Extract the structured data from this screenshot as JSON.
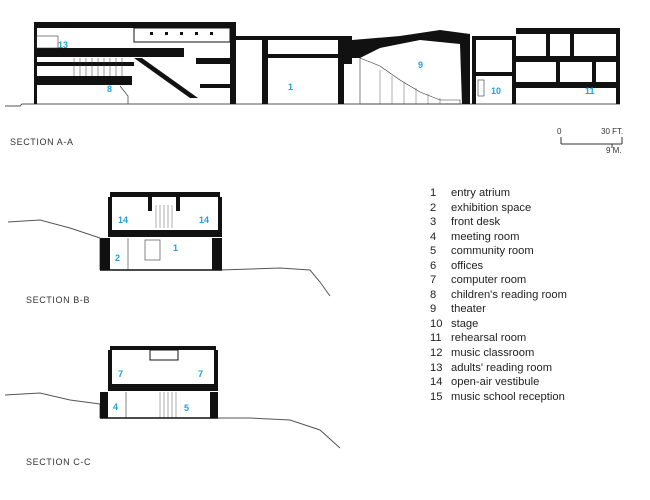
{
  "sections": {
    "a": {
      "caption": "SECTION A-A",
      "room_numbers": [
        "13",
        "8",
        "1",
        "9",
        "10",
        "11"
      ]
    },
    "b": {
      "caption": "SECTION B-B",
      "room_numbers": [
        "14",
        "14",
        "2",
        "1"
      ]
    },
    "c": {
      "caption": "SECTION C-C",
      "room_numbers": [
        "7",
        "7",
        "4",
        "5"
      ]
    }
  },
  "scale_bar": {
    "zero": "0",
    "feet": "30 FT.",
    "meters": "9 M."
  },
  "legend": [
    {
      "num": "1",
      "label": "entry atrium"
    },
    {
      "num": "2",
      "label": "exhibition space"
    },
    {
      "num": "3",
      "label": "front desk"
    },
    {
      "num": "4",
      "label": "meeting room"
    },
    {
      "num": "5",
      "label": "community room"
    },
    {
      "num": "6",
      "label": "offices"
    },
    {
      "num": "7",
      "label": "computer room"
    },
    {
      "num": "8",
      "label": "children's reading room"
    },
    {
      "num": "9",
      "label": "theater"
    },
    {
      "num": "10",
      "label": "stage"
    },
    {
      "num": "11",
      "label": "rehearsal room"
    },
    {
      "num": "12",
      "label": "music classroom"
    },
    {
      "num": "13",
      "label": "adults' reading room"
    },
    {
      "num": "14",
      "label": "open-air vestibule"
    },
    {
      "num": "15",
      "label": "music school reception"
    }
  ],
  "colors": {
    "room_number": "#1da1d8",
    "fill": "#111111",
    "ground_line": "#555555"
  }
}
